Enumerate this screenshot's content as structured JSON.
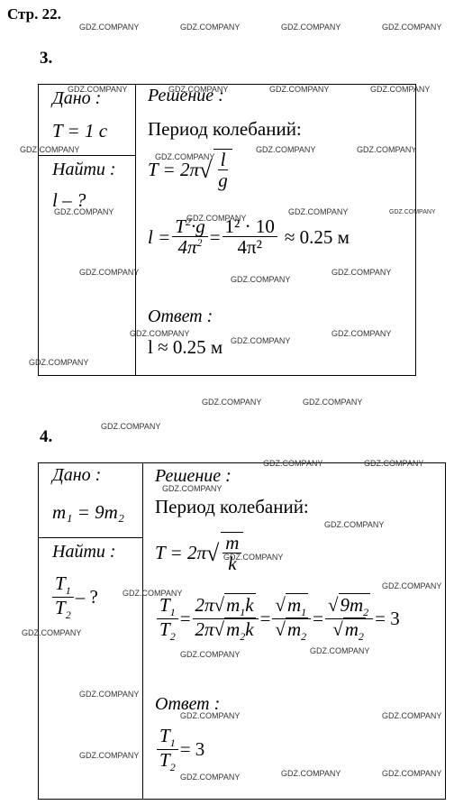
{
  "page_title": "Стр. 22.",
  "watermark": "GDZ.COMPANY",
  "problems": [
    {
      "number": "3.",
      "given_label": "Дано :",
      "given": "T = 1 с",
      "find_label": "Найти :",
      "find": "l – ?",
      "solution_label": "Решение :",
      "solution_intro": "Период колебаний:",
      "formula_lhs": "T = 2π",
      "calc_lhs": "l =",
      "calc_mid_num": "1² · 10",
      "calc_mid_den": "4π²",
      "calc_result": "≈ 0.25 м",
      "answer_label": "Ответ :",
      "answer": "l ≈ 0.25 м"
    },
    {
      "number": "4.",
      "given_label": "Дано :",
      "given": "m₁ = 9m₂",
      "find_label": "Найти :",
      "find_tail": "– ?",
      "solution_label": "Решение :",
      "solution_intro": "Период колебаний:",
      "formula_lhs": "T = 2π",
      "calc_result": "= 3",
      "answer_label": "Ответ :",
      "answer_tail": "= 3"
    }
  ]
}
